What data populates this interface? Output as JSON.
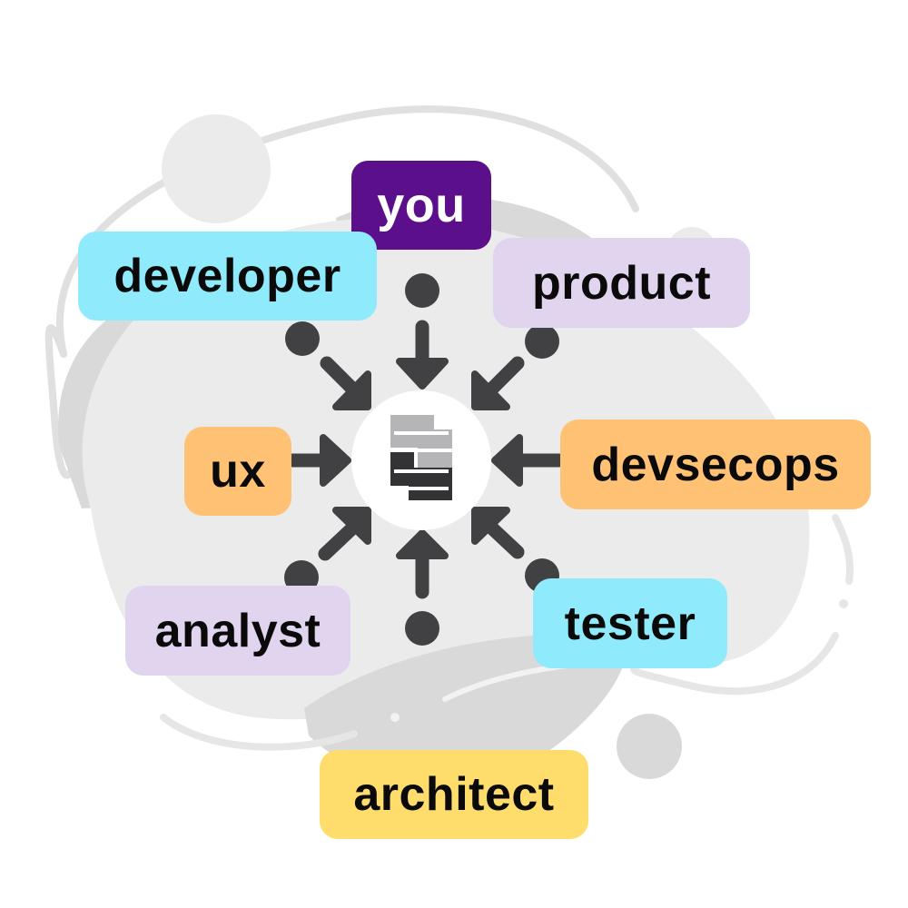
{
  "diagram": {
    "hub": {
      "icon": "stacked-blocks-logo-icon",
      "colors": {
        "light": "#B5B5B7",
        "dark": "#333335",
        "background": "#FFFFFF"
      }
    },
    "arrow_color": "#414143",
    "roles": [
      {
        "id": "you",
        "label": "you",
        "bg": "#5B0F8B",
        "fg": "#FFFFFF"
      },
      {
        "id": "developer",
        "label": "developer",
        "bg": "#8FEBFB",
        "fg": "#0A0A0A"
      },
      {
        "id": "product",
        "label": "product",
        "bg": "#E1D4EE",
        "fg": "#0A0A0A"
      },
      {
        "id": "ux",
        "label": "ux",
        "bg": "#FFC275",
        "fg": "#0A0A0A"
      },
      {
        "id": "devsecops",
        "label": "devsecops",
        "bg": "#FFC275",
        "fg": "#0A0A0A"
      },
      {
        "id": "analyst",
        "label": "analyst",
        "bg": "#E1D4EE",
        "fg": "#0A0A0A"
      },
      {
        "id": "tester",
        "label": "tester",
        "bg": "#8FEBFB",
        "fg": "#0A0A0A"
      },
      {
        "id": "architect",
        "label": "architect",
        "bg": "#FEDD6C",
        "fg": "#0A0A0A"
      }
    ],
    "background": {
      "blob_light": "#EBEBEB",
      "blob_mid": "#D9D9D9",
      "line": "#E2E2E2"
    }
  }
}
